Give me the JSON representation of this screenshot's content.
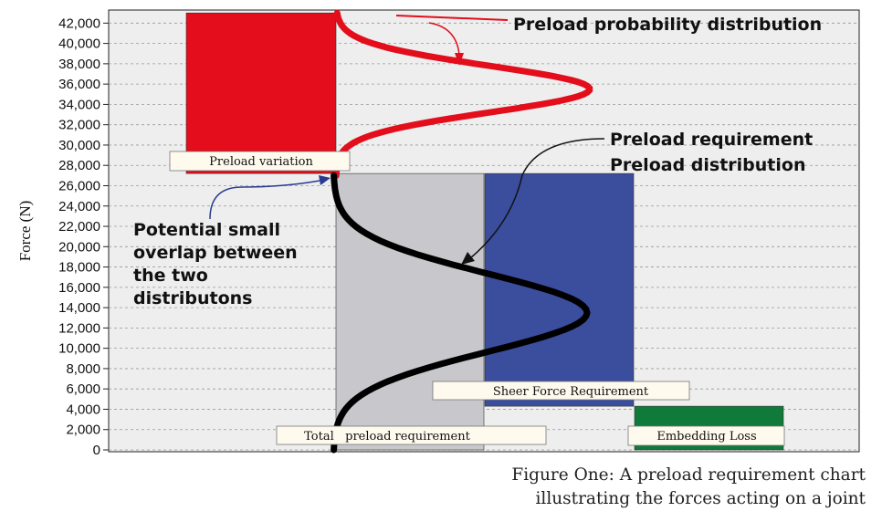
{
  "chart_data": {
    "type": "bar",
    "ylabel": "Force (N)",
    "ylim": [
      0,
      43000
    ],
    "yticks": [
      0,
      2000,
      4000,
      6000,
      8000,
      10000,
      12000,
      14000,
      16000,
      18000,
      20000,
      22000,
      24000,
      26000,
      28000,
      30000,
      32000,
      34000,
      36000,
      38000,
      40000,
      42000
    ],
    "ytick_labels": [
      "0",
      "2,000",
      "4,000",
      "6,000",
      "8,000",
      "10,000",
      "12,000",
      "14,000",
      "16,000",
      "18,000",
      "20,000",
      "22,000",
      "24,000",
      "26,000",
      "28,000",
      "30,000",
      "32,000",
      "34,000",
      "36,000",
      "38,000",
      "40,000",
      "42,000"
    ],
    "grid": true,
    "bars": [
      {
        "name": "Preload variation",
        "color": "#e30d1b",
        "bottom": 27200,
        "top": 43000
      },
      {
        "name": "Total preload requirement",
        "color": "#c8c7cb",
        "bottom": 0,
        "top": 27200
      },
      {
        "name": "Sheer Force Requirement",
        "color": "#3b4d9d",
        "bottom": 4300,
        "top": 27200
      },
      {
        "name": "Embedding Loss",
        "color": "#0f7a3a",
        "bottom": 0,
        "top": 4300
      }
    ],
    "bar_labels": {
      "preload_variation": "Preload variation",
      "total_preload": "Total   preload requirement",
      "sheer_force": "Sheer Force Requirement",
      "embedding_loss": "Embedding Loss"
    },
    "distributions": [
      {
        "name": "Preload probability distribution",
        "color": "#e30d1b",
        "y_start": 27000,
        "y_end": 43000,
        "peak": 35500
      },
      {
        "name": "Preload requirement distribution",
        "color": "#000000",
        "y_start": 0,
        "y_end": 27000,
        "peak": 13500
      }
    ],
    "annotations": {
      "preload_prob": "Preload probability distribution",
      "preload_req_line1": "Preload requirement",
      "preload_req_line2": "Preload distribution",
      "overlap_line1": "Potential small",
      "overlap_line2": "overlap between",
      "overlap_line3": "the two",
      "overlap_line4": "distributons"
    }
  },
  "caption": {
    "line1": "Figure One: A preload requirement chart",
    "line2": "illustrating the forces acting on a joint"
  }
}
